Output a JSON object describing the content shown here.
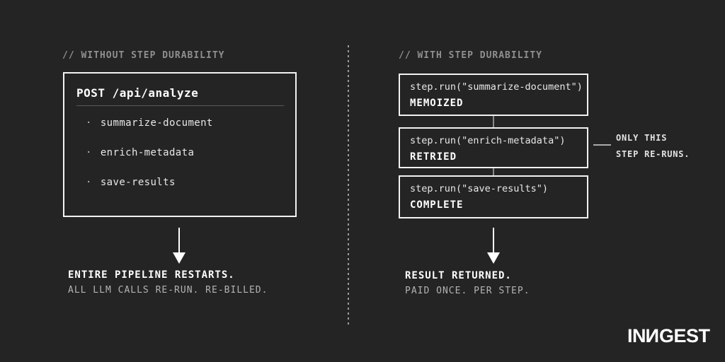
{
  "colors": {
    "background": "#242424",
    "panel_border": "#f2f2f2",
    "header_text": "#8f8f8f",
    "code_text": "#e8e8e8",
    "bold_text": "#ffffff",
    "muted_text": "#b3b3b3"
  },
  "left": {
    "header": "// WITHOUT STEP DURABILITY",
    "request_box": {
      "title": "POST /api/analyze",
      "bullet": "·",
      "items": [
        "summarize-document",
        "enrich-metadata",
        "save-results"
      ]
    },
    "caption_primary": "ENTIRE PIPELINE RESTARTS.",
    "caption_secondary": "ALL LLM CALLS RE-RUN. RE-BILLED."
  },
  "right": {
    "header": "// WITH STEP DURABILITY",
    "steps": [
      {
        "code": "step.run(\"summarize-document\")",
        "status": "MEMOIZED"
      },
      {
        "code": "step.run(\"enrich-metadata\")",
        "status": "RETRIED"
      },
      {
        "code": "step.run(\"save-results\")",
        "status": "COMPLETE"
      }
    ],
    "callout": {
      "line1": "ONLY THIS",
      "line2": "STEP RE-RUNS."
    },
    "caption_primary": "RESULT RETURNED.",
    "caption_secondary": "PAID ONCE. PER STEP."
  },
  "logo": {
    "prefix": "IN",
    "flipped_n": "N",
    "suffix": "GEST"
  }
}
